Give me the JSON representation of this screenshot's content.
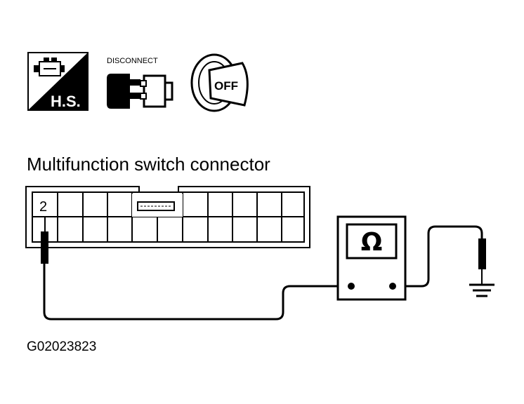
{
  "icons": {
    "hs_label": "H.S.",
    "disconnect_label": "DISCONNECT",
    "ignition_label": "OFF"
  },
  "diagram": {
    "title": "Multifunction switch connector",
    "pin_label": "2",
    "meter_symbol": "Ω",
    "figure_code": "G02023823"
  },
  "colors": {
    "ink": "#000000",
    "paper": "#ffffff"
  }
}
